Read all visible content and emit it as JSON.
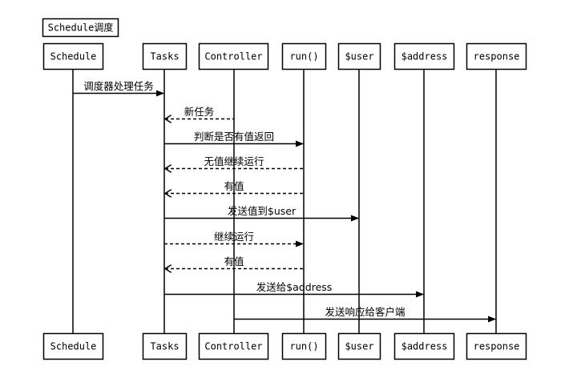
{
  "title": "Schedule调度",
  "participants": [
    {
      "id": "schedule",
      "label": "Schedule"
    },
    {
      "id": "tasks",
      "label": "Tasks"
    },
    {
      "id": "controller",
      "label": "Controller"
    },
    {
      "id": "run",
      "label": "run()"
    },
    {
      "id": "user",
      "label": "$user"
    },
    {
      "id": "address",
      "label": "$address"
    },
    {
      "id": "response",
      "label": "response"
    }
  ],
  "messages": [
    {
      "from": "schedule",
      "to": "tasks",
      "label": "调度器处理任务",
      "style": "solid"
    },
    {
      "from": "controller",
      "to": "tasks",
      "label": "新任务",
      "style": "dashed"
    },
    {
      "from": "tasks",
      "to": "run",
      "label": "判断是否有值返回",
      "style": "solid"
    },
    {
      "from": "run",
      "to": "tasks",
      "label": "无值继续运行",
      "style": "dashed"
    },
    {
      "from": "run",
      "to": "tasks",
      "label": "有值",
      "style": "dashed"
    },
    {
      "from": "tasks",
      "to": "user",
      "label": "发送值到$user",
      "style": "solid"
    },
    {
      "from": "tasks",
      "to": "run",
      "label": "继续运行",
      "style": "dashed"
    },
    {
      "from": "run",
      "to": "tasks",
      "label": "有值",
      "style": "dashed"
    },
    {
      "from": "tasks",
      "to": "address",
      "label": "发送给$address",
      "style": "solid"
    },
    {
      "from": "controller",
      "to": "response",
      "label": "发送响应给客户端",
      "style": "solid"
    }
  ]
}
